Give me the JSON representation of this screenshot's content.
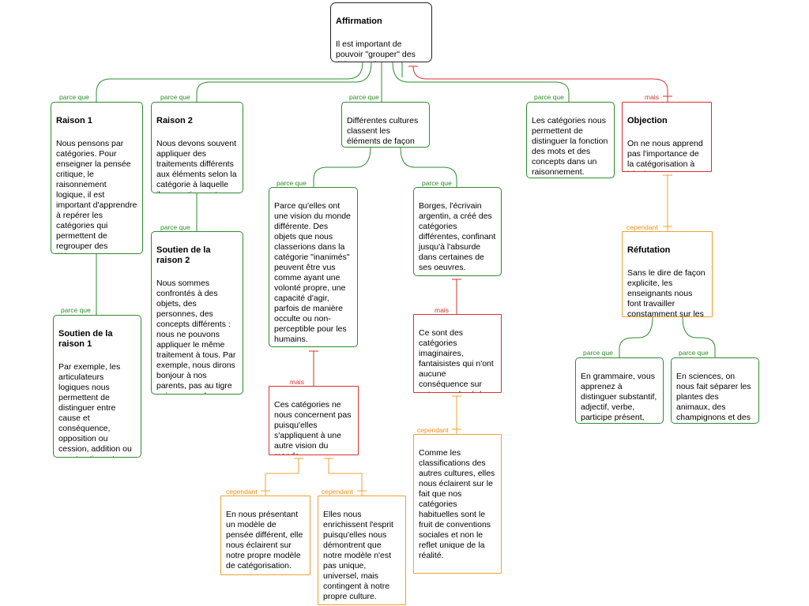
{
  "colors": {
    "support": "#2e8b2e",
    "objection": "#d93030",
    "rebuttal": "#f0a030",
    "root": "#222222"
  },
  "labels": {
    "because": "parce que",
    "but": "mais",
    "however": "cependant"
  },
  "nodes": {
    "affirmation": {
      "title": "Affirmation",
      "text": "Il est important de pouvoir \"grouper\" des éléments d'un ensemble."
    },
    "raison1": {
      "title": "Raison 1",
      "text": "Nous pensons par catégories. Pour enseigner la pensée critique, le raisonnement logique, il est important d'apprendre à repérer les catégories qui permettent de regrouper des éléments."
    },
    "soutien1": {
      "title": "Soutien de la raison 1",
      "text": "Par exemple, les articulateurs logiques nous permettent de distinguer entre cause et conséquence, opposition ou cession, addition ou soustraction, etc."
    },
    "raison2": {
      "title": "Raison 2",
      "text": "Nous devons souvent appliquer des traitements différents aux éléments selon la catégorie à laquelle ils appartiennent."
    },
    "soutien2": {
      "title": "Soutien de la raison 2",
      "text": "Nous sommes confrontés à des objets, des personnes, des concepts différents : nous ne pouvons appliquer le même traitement à tous. Par exemple, nous dirons bonjour à nos parents, pas au tigre qui menace de nous dévorer."
    },
    "cultures": {
      "title": "",
      "text": "Différentes cultures classent les éléments de façon différente."
    },
    "vision": {
      "title": "",
      "text": "Parce qu'elles ont une vision du monde différente. Des objets que nous classerions dans la catégorie \"inanimés\" peuvent être vus comme ayant une volonté propre, une capacité d'agir, parfois de manière occulte ou non-perceptible pour les humains."
    },
    "borges": {
      "title": "",
      "text": "Borges, l'écrivain argentin, a créé des catégories différentes, confinant jusqu'à l'absurde dans certaines de ses oeuvres."
    },
    "concernent": {
      "title": "",
      "text": "Ces catégories ne nous concernent pas puisqu'elles s'appliquent à une autre vision du monde."
    },
    "imaginaires": {
      "title": "",
      "text": "Ce sont des catégories imaginaires, fantaisistes qui n'ont aucune conséquence sur notre monde réel."
    },
    "presentant": {
      "title": "",
      "text": "En nous présentant un modèle de pensée différent, elle nous éclairent sur notre propre modèle de catégorisation."
    },
    "enrichissent": {
      "title": "",
      "text": "Elles nous enrichissent l'esprit puisqu'elles nous démontrent que notre modèle n'est pas unique, universel, mais contingent à notre propre culture."
    },
    "classifications": {
      "title": "",
      "text": "Comme les classifications des autres cultures, elles nous éclairent sur le fait que nos catégories habituelles sont le fruit de conventions sociales et non le reflet unique de la réalité."
    },
    "fonction": {
      "title": "",
      "text": "Les catégories nous permettent de distinguer la fonction des mots et des concepts dans un raisonnement."
    },
    "objection": {
      "title": "Objection",
      "text": "On ne nous apprend pas l'importance de la catégorisation à l'école."
    },
    "refutation": {
      "title": "Réfutation",
      "text": "Sans le dire de façon explicite, les enseignants nous font travailler constamment sur les catégories."
    },
    "grammaire": {
      "title": "",
      "text": "En grammaire, vous apprenez à distinguer substantif, adjectif, verbe, participe présent, etc."
    },
    "sciences": {
      "title": "",
      "text": "En sciences, on nous fait séparer les plantes des animaux, des champignons et des minéraux"
    }
  }
}
